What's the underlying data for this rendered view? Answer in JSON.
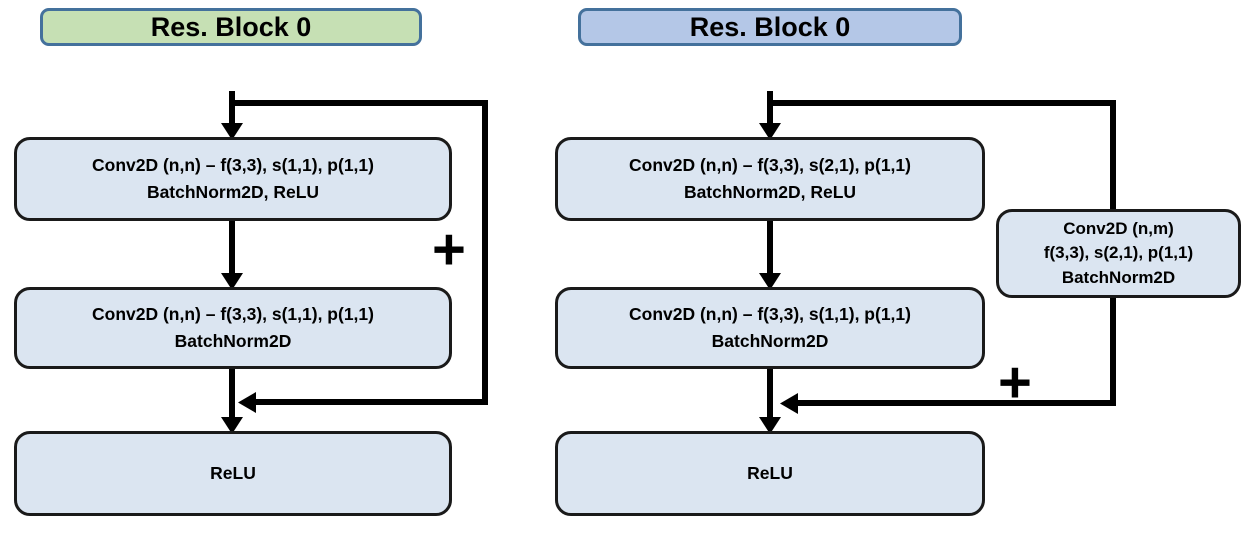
{
  "left": {
    "title": "Res. Block 0",
    "conv1_line1": "Conv2D (n,n) – f(3,3), s(1,1), p(1,1)",
    "conv1_line2": "BatchNorm2D, ReLU",
    "conv2_line1": "Conv2D (n,n) – f(3,3), s(1,1), p(1,1)",
    "conv2_line2": "BatchNorm2D",
    "relu_label": "ReLU",
    "plus_label": "+"
  },
  "right": {
    "title": "Res. Block 0",
    "conv1_line1": "Conv2D (n,n) – f(3,3), s(2,1), p(1,1)",
    "conv1_line2": "BatchNorm2D, ReLU",
    "conv2_line1": "Conv2D (n,n) – f(3,3), s(1,1), p(1,1)",
    "conv2_line2": "BatchNorm2D",
    "skip_conv_line1": "Conv2D (n,m)",
    "skip_conv_line2": "f(3,3), s(2,1), p(1,1)",
    "skip_conv_line3": "BatchNorm2D",
    "relu_label": "ReLU",
    "plus_label": "+"
  },
  "colors": {
    "left_header_fill": "#c6e0b4",
    "right_header_fill": "#b4c7e7",
    "header_border": "#44719c",
    "block_fill": "#dbe5f1",
    "block_border": "#1a1a1a",
    "arrow": "#000000"
  }
}
